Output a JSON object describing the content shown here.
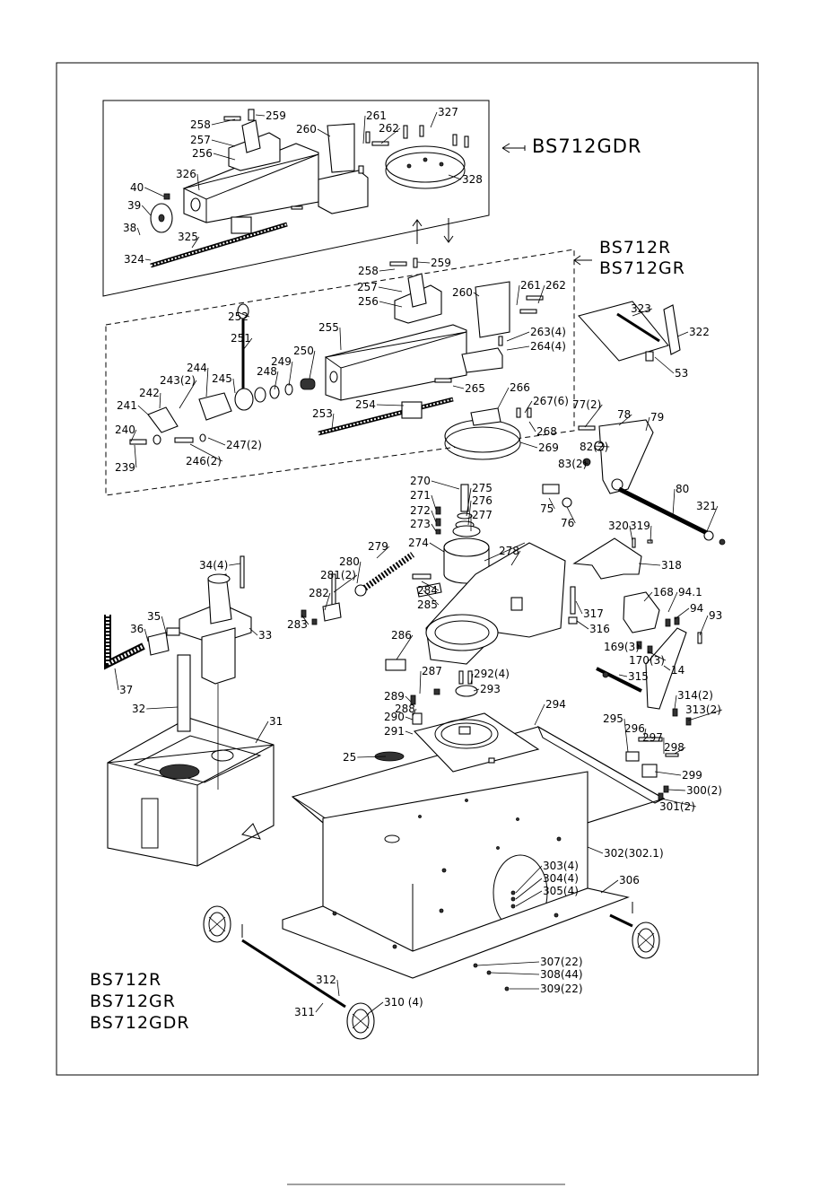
{
  "models": {
    "top_box": "BS712GDR",
    "mid_box_1": "BS712R",
    "mid_box_2": "BS712GR",
    "footer": [
      "BS712R",
      "BS712GR",
      "BS712GDR"
    ]
  },
  "callouts": [
    {
      "id": "258"
    },
    {
      "id": "259"
    },
    {
      "id": "257"
    },
    {
      "id": "256"
    },
    {
      "id": "260"
    },
    {
      "id": "261"
    },
    {
      "id": "262"
    },
    {
      "id": "327"
    },
    {
      "id": "326"
    },
    {
      "id": "40"
    },
    {
      "id": "39"
    },
    {
      "id": "38"
    },
    {
      "id": "324"
    },
    {
      "id": "325"
    },
    {
      "id": "328"
    },
    {
      "id": "258"
    },
    {
      "id": "259"
    },
    {
      "id": "257"
    },
    {
      "id": "256"
    },
    {
      "id": "260"
    },
    {
      "id": "261"
    },
    {
      "id": "262"
    },
    {
      "id": "252"
    },
    {
      "id": "255"
    },
    {
      "id": "251"
    },
    {
      "id": "250"
    },
    {
      "id": "249"
    },
    {
      "id": "248"
    },
    {
      "id": "244"
    },
    {
      "id": "245"
    },
    {
      "id": "243(2)"
    },
    {
      "id": "242"
    },
    {
      "id": "241"
    },
    {
      "id": "240"
    },
    {
      "id": "239"
    },
    {
      "id": "246(2)"
    },
    {
      "id": "247(2)"
    },
    {
      "id": "253"
    },
    {
      "id": "254"
    },
    {
      "id": "265"
    },
    {
      "id": "266"
    },
    {
      "id": "267(6)"
    },
    {
      "id": "268"
    },
    {
      "id": "269"
    },
    {
      "id": "263(4)"
    },
    {
      "id": "264(4)"
    },
    {
      "id": "323"
    },
    {
      "id": "322"
    },
    {
      "id": "53"
    },
    {
      "id": "77(2)"
    },
    {
      "id": "78"
    },
    {
      "id": "79"
    },
    {
      "id": "82(2)"
    },
    {
      "id": "83(2)"
    },
    {
      "id": "75"
    },
    {
      "id": "76"
    },
    {
      "id": "80"
    },
    {
      "id": "321"
    },
    {
      "id": "270"
    },
    {
      "id": "271"
    },
    {
      "id": "272"
    },
    {
      "id": "273"
    },
    {
      "id": "275"
    },
    {
      "id": "276"
    },
    {
      "id": "277"
    },
    {
      "id": "279"
    },
    {
      "id": "274"
    },
    {
      "id": "278"
    },
    {
      "id": "280"
    },
    {
      "id": "281(2)"
    },
    {
      "id": "282"
    },
    {
      "id": "283"
    },
    {
      "id": "284"
    },
    {
      "id": "285"
    },
    {
      "id": "320"
    },
    {
      "id": "319"
    },
    {
      "id": "318"
    },
    {
      "id": "317"
    },
    {
      "id": "316"
    },
    {
      "id": "168"
    },
    {
      "id": "94.1"
    },
    {
      "id": "94"
    },
    {
      "id": "93"
    },
    {
      "id": "169(3)"
    },
    {
      "id": "170(3)"
    },
    {
      "id": "14"
    },
    {
      "id": "315"
    },
    {
      "id": "314(2)"
    },
    {
      "id": "313(2)"
    },
    {
      "id": "34(4)"
    },
    {
      "id": "35"
    },
    {
      "id": "36"
    },
    {
      "id": "33"
    },
    {
      "id": "37"
    },
    {
      "id": "32"
    },
    {
      "id": "31"
    },
    {
      "id": "286"
    },
    {
      "id": "287"
    },
    {
      "id": "292(4)"
    },
    {
      "id": "293"
    },
    {
      "id": "289"
    },
    {
      "id": "288"
    },
    {
      "id": "290"
    },
    {
      "id": "291"
    },
    {
      "id": "294"
    },
    {
      "id": "25"
    },
    {
      "id": "295"
    },
    {
      "id": "296"
    },
    {
      "id": "297"
    },
    {
      "id": "298"
    },
    {
      "id": "299"
    },
    {
      "id": "300(2)"
    },
    {
      "id": "301(2)"
    },
    {
      "id": "302(302.1)"
    },
    {
      "id": "303(4)"
    },
    {
      "id": "304(4)"
    },
    {
      "id": "305(4)"
    },
    {
      "id": "306"
    },
    {
      "id": "307(22)"
    },
    {
      "id": "308(44)"
    },
    {
      "id": "309(22)"
    },
    {
      "id": "312"
    },
    {
      "id": "311"
    },
    {
      "id": "310 (4)"
    }
  ]
}
